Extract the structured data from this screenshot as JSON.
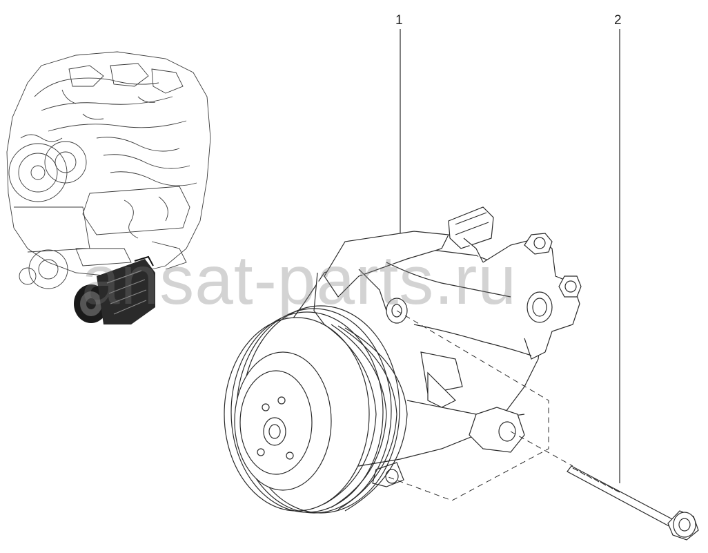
{
  "callouts": {
    "part1": "1",
    "part2": "2"
  },
  "watermark": "ansat-parts.ru",
  "icons": {
    "engine": "engine-assembly-icon",
    "compressor": "ac-compressor-icon",
    "bolt": "mounting-bolt-icon"
  },
  "colors": {
    "line": "#2a2a2a",
    "highlight": "#111111",
    "watermark": "#787878"
  }
}
